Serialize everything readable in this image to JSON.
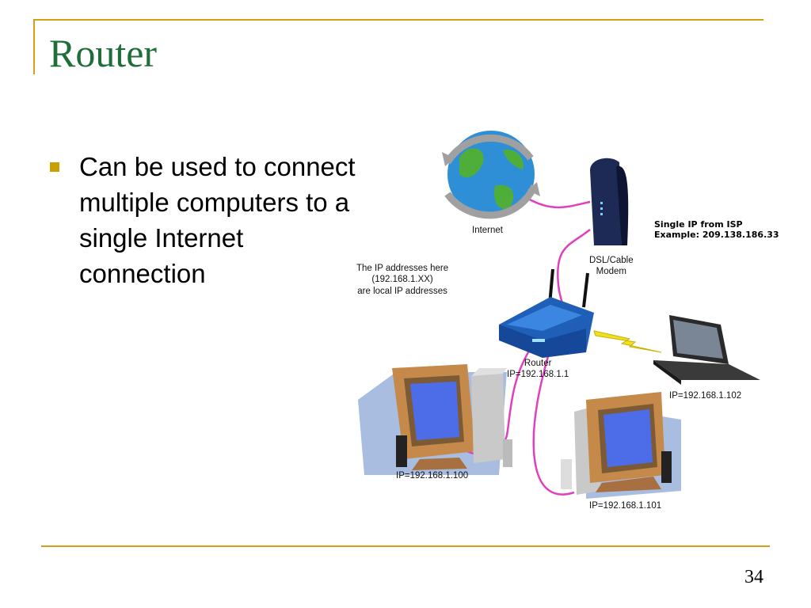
{
  "slide": {
    "title": "Router",
    "bullet": "Can be used to connect multiple computers to a single Internet connection",
    "page_number": "34"
  },
  "diagram": {
    "internet_label": "Internet",
    "modem_label_line1": "DSL/Cable",
    "modem_label_line2": "Modem",
    "isp_note_line1": "Single IP from ISP",
    "isp_note_line2": "Example: 209.138.186.33",
    "local_note_line1": "The IP addresses here",
    "local_note_line2": "(192.168.1.XX)",
    "local_note_line3": "are local IP addresses",
    "router_label_line1": "Router",
    "router_label_line2": "IP=192.168.1.1",
    "laptop_ip": "IP=192.168.1.102",
    "pc_left_ip": "IP=192.168.1.100",
    "pc_right_ip": "IP=192.168.1.101"
  },
  "colors": {
    "accent_gold": "#d4a017",
    "title_green": "#1f6e3a",
    "cable_magenta": "#e040c0",
    "router_blue": "#1f5fb8",
    "monitor_tan": "#c58a4a",
    "screen_blue": "#4d6de8"
  }
}
